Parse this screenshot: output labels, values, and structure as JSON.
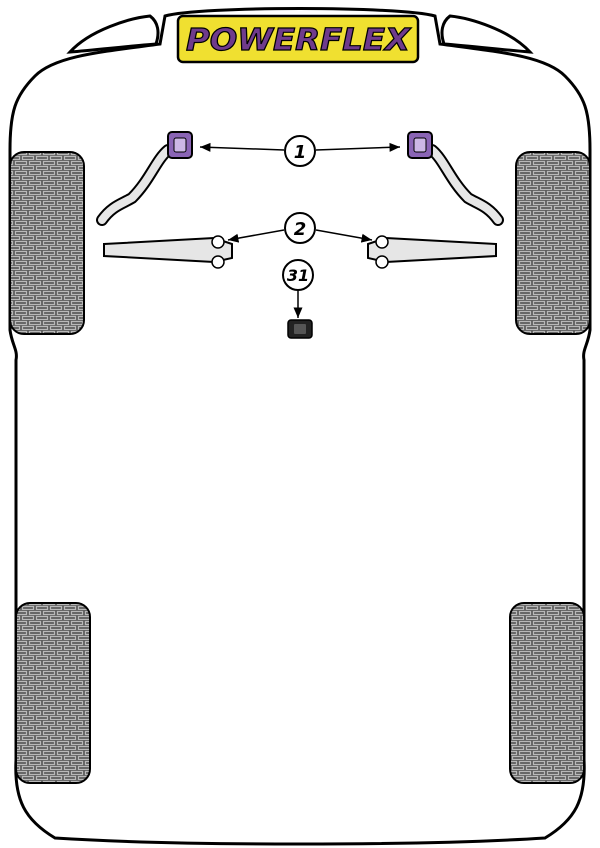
{
  "brand": {
    "logo_text": "POWERFLEX",
    "logo_bg_color": "#f0e030",
    "logo_text_color": "#6f3b8c"
  },
  "colors": {
    "outline": "#000000",
    "tyre_fill": "#5e5e5e",
    "tread_line": "#b9b9b9",
    "bush_purple": "#8a64b5",
    "arm_fill": "#e6e6e6"
  },
  "callouts": [
    {
      "id": "1",
      "label": "1"
    },
    {
      "id": "2",
      "label": "2"
    },
    {
      "id": "31",
      "label": "31"
    }
  ],
  "tyres": [
    "front-left",
    "front-right",
    "rear-left",
    "rear-right"
  ]
}
